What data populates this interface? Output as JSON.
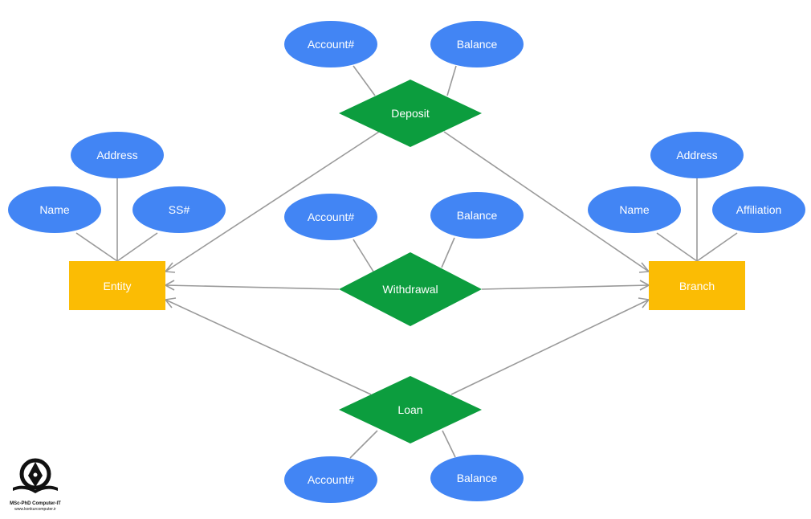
{
  "colors": {
    "attribute": "#4285f4",
    "relationship": "#0c9d3e",
    "entity": "#fbbc04",
    "edge": "#9a9a9a",
    "text": "#ffffff"
  },
  "entities": {
    "left": "Entity",
    "right": "Branch"
  },
  "relationships": {
    "deposit": "Deposit",
    "withdrawal": "Withdrawal",
    "loan": "Loan"
  },
  "attributes": {
    "deposit_account": "Account#",
    "deposit_balance": "Balance",
    "withdrawal_account": "Account#",
    "withdrawal_balance": "Balance",
    "loan_account": "Account#",
    "loan_balance": "Balance",
    "entity_name": "Name",
    "entity_address": "Address",
    "entity_ssn": "SS#",
    "branch_name": "Name",
    "branch_address": "Address",
    "branch_affiliation": "Affiliation"
  },
  "logo": {
    "line1": "MSc-PhD Computer-IT",
    "line2": "www.konkurcomputer.ir"
  }
}
